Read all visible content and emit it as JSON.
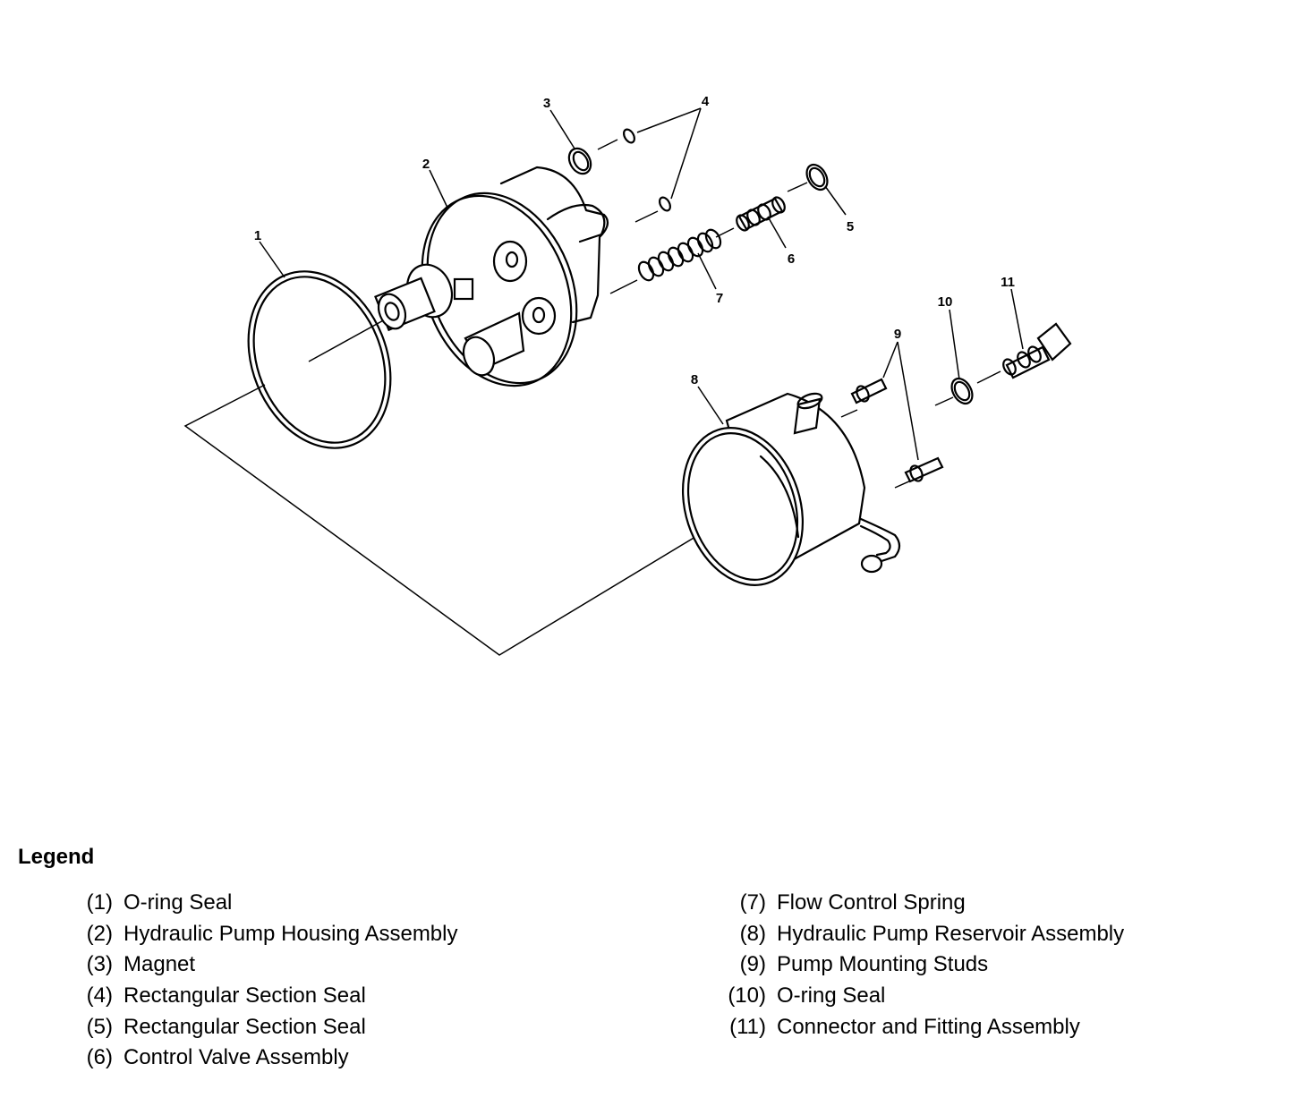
{
  "callouts": [
    "1",
    "2",
    "3",
    "4",
    "5",
    "6",
    "7",
    "8",
    "9",
    "10",
    "11"
  ],
  "legend": {
    "title": "Legend",
    "left": [
      {
        "num": "(1)",
        "label": "O-ring Seal"
      },
      {
        "num": "(2)",
        "label": "Hydraulic Pump Housing Assembly"
      },
      {
        "num": "(3)",
        "label": "Magnet"
      },
      {
        "num": "(4)",
        "label": "Rectangular Section Seal"
      },
      {
        "num": "(5)",
        "label": "Rectangular Section Seal"
      },
      {
        "num": "(6)",
        "label": "Control Valve Assembly"
      }
    ],
    "right": [
      {
        "num": "(7)",
        "label": "Flow Control Spring"
      },
      {
        "num": "(8)",
        "label": "Hydraulic Pump Reservoir Assembly"
      },
      {
        "num": "(9)",
        "label": "Pump Mounting Studs"
      },
      {
        "num": "(10)",
        "label": "O-ring Seal"
      },
      {
        "num": "(11)",
        "label": "Connector and Fitting Assembly"
      }
    ]
  }
}
